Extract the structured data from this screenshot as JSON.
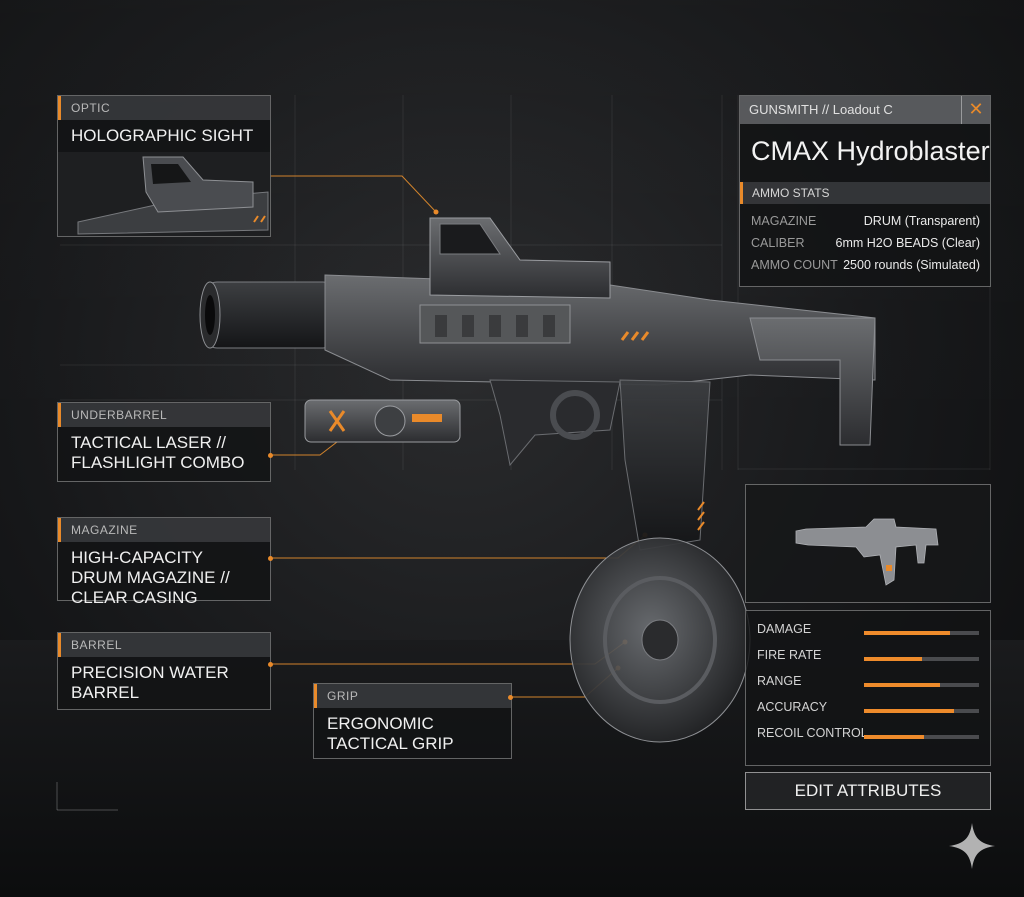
{
  "callouts": {
    "optic": {
      "category": "OPTIC",
      "title": "HOLOGRAPHIC SIGHT"
    },
    "underbarrel": {
      "category": "UNDERBARREL",
      "title": "TACTICAL LASER // FLASHLIGHT COMBO"
    },
    "magazine": {
      "category": "MAGAZINE",
      "title": "HIGH-CAPACITY DRUM MAGAZINE // CLEAR CASING"
    },
    "barrel": {
      "category": "BARREL",
      "title": "PRECISION WATER BARREL"
    },
    "grip": {
      "category": "GRIP",
      "title": "ERGONOMIC TACTICAL GRIP"
    }
  },
  "info_panel": {
    "header": "GUNSMITH // Loadout C",
    "close_icon": "close-icon",
    "weapon_name": "CMAX Hydroblaster",
    "stats_title": "AMMO STATS",
    "stats": [
      {
        "label": "MAGAZINE",
        "value": "DRUM (Transparent)"
      },
      {
        "label": "CALIBER",
        "value": "6mm H2O BEADS (Clear)"
      },
      {
        "label": "AMMO COUNT",
        "value": "2500 rounds (Simulated)"
      }
    ]
  },
  "attributes": [
    {
      "label": "DAMAGE",
      "value": 0.75
    },
    {
      "label": "FIRE RATE",
      "value": 0.5
    },
    {
      "label": "RANGE",
      "value": 0.66
    },
    {
      "label": "ACCURACY",
      "value": 0.78
    },
    {
      "label": "RECOIL CONTROL",
      "value": 0.52
    }
  ],
  "edit_button": "EDIT ATTRIBUTES",
  "colors": {
    "accent": "#e98a2a",
    "panel": "#121315",
    "border": "#c8c8c8"
  }
}
